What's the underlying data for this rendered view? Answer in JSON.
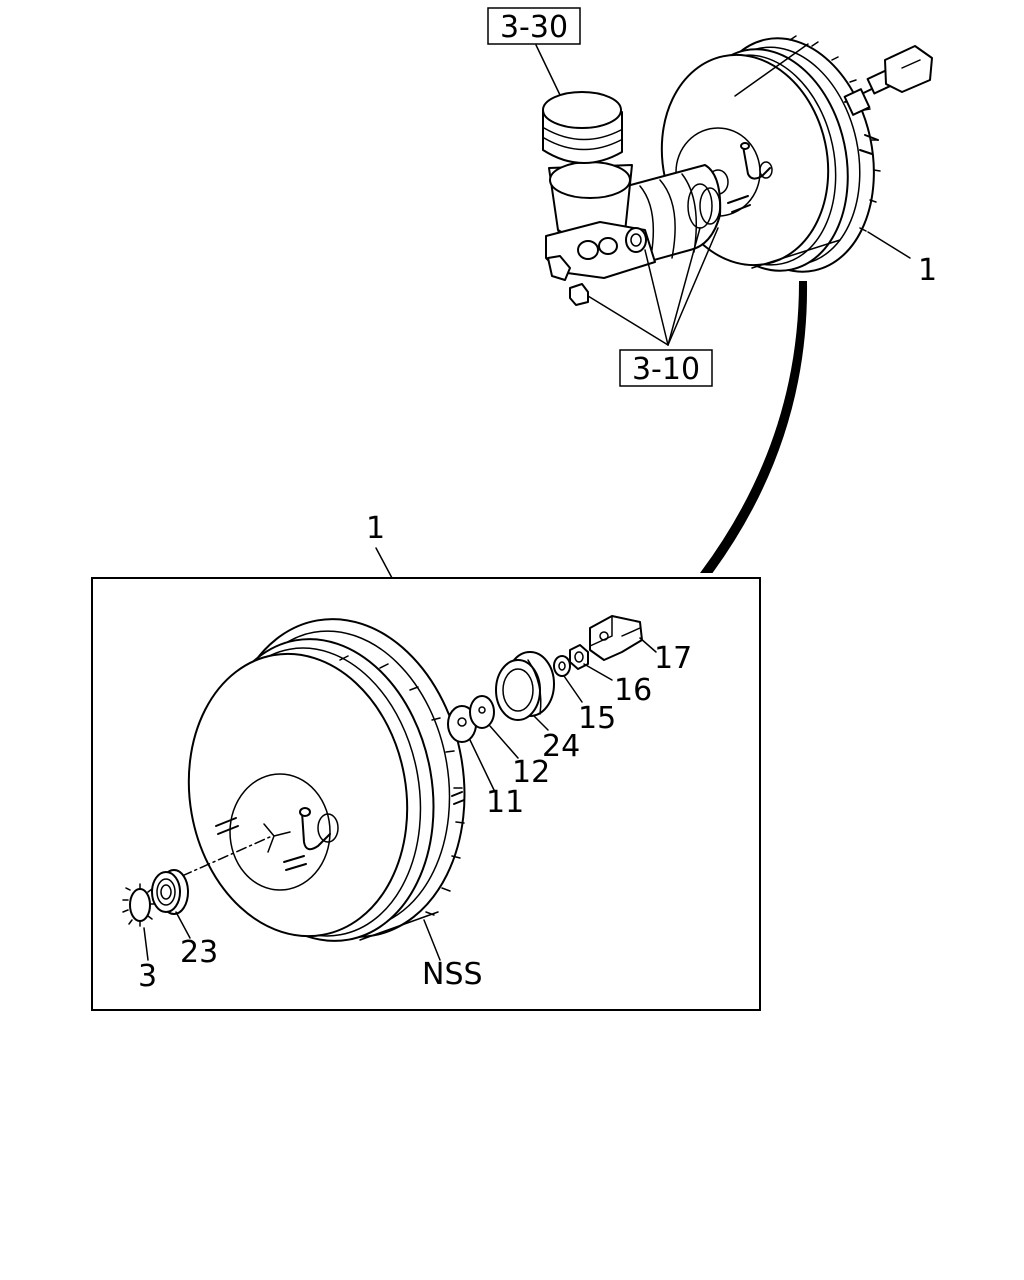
{
  "refs": {
    "master_cylinder": "3-30",
    "fasteners": "3-10"
  },
  "labels": {
    "booster_top": "1",
    "detail_box": "1",
    "clevis": "17",
    "nut": "16",
    "washer": "15",
    "boot": "24",
    "disk_12": "12",
    "disk_11": "11",
    "seal": "23",
    "retainer": "3",
    "shell": "NSS"
  }
}
